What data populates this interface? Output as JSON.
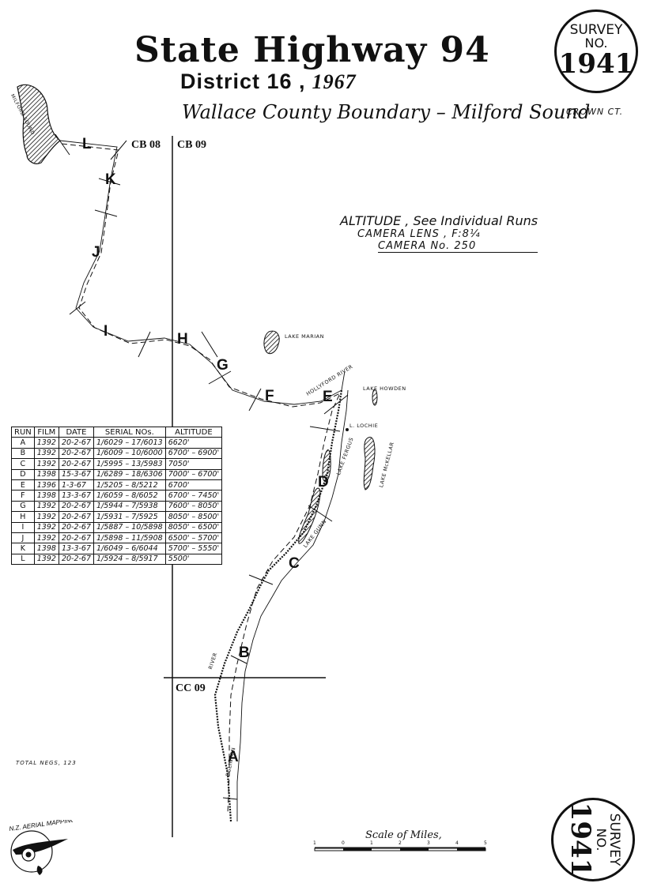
{
  "header": {
    "title": "State Highway 94",
    "district": "District 16 ,",
    "year": "1967",
    "route": "Wallace County Boundary – Milford Sound",
    "crown": "CROWN CT."
  },
  "survey_badge": {
    "line1": "SURVEY",
    "line2": "NO.",
    "number": "1941"
  },
  "altitude_note": {
    "line1": "ALTITUDE , See Individual Runs",
    "line2": "CAMERA LENS , F:8¼",
    "line3": "CAMERA No. 250"
  },
  "grid_labels": {
    "cb08": "CB 08",
    "cb09": "CB 09",
    "cc09": "CC 09"
  },
  "places": {
    "milford_sound": "MILFORD SOUND",
    "lake_marian": "LAKE MARIAN",
    "hollyford_river": "HOLLYFORD RIVER",
    "lake_howden": "LAKE HOWDEN",
    "l_lochie": "L. LOCHIE",
    "lake_fergus": "LAKE FERGUS",
    "lake_mckellar": "LAKE McKELLAR",
    "lake_gunn": "LAKE GUNN",
    "river": "RIVER",
    "eglinton": "EGLINTON"
  },
  "run_letters": [
    "L",
    "K",
    "J",
    "I",
    "H",
    "G",
    "F",
    "E",
    "D",
    "C",
    "B",
    "A"
  ],
  "runs_table": {
    "headers": [
      "RUN",
      "FILM",
      "DATE",
      "SERIAL NOs.",
      "ALTITUDE"
    ],
    "rows": [
      [
        "A",
        "1392",
        "20-2-67",
        "1/6029 – 17/6013",
        "6620'"
      ],
      [
        "B",
        "1392",
        "20-2-67",
        "1/6009 – 10/6000",
        "6700' – 6900'"
      ],
      [
        "C",
        "1392",
        "20-2-67",
        "1/5995 – 13/5983",
        "7050'"
      ],
      [
        "D",
        "1398",
        "15-3-67",
        "1/6289 – 18/6306",
        "7000' – 6700'"
      ],
      [
        "E",
        "1396",
        "1-3-67",
        "1/5205 – 8/5212",
        "6700'"
      ],
      [
        "F",
        "1398",
        "13-3-67",
        "1/6059 – 8/6052",
        "6700' – 7450'"
      ],
      [
        "G",
        "1392",
        "20-2-67",
        "1/5944 – 7/5938",
        "7600' – 8050'"
      ],
      [
        "H",
        "1392",
        "20-2-67",
        "1/5931 – 7/5925",
        "8050' – 8500'"
      ],
      [
        "I",
        "1392",
        "20-2-67",
        "1/5887 – 10/5898",
        "8050' – 6500'"
      ],
      [
        "J",
        "1392",
        "20-2-67",
        "1/5898 – 11/5908",
        "6500' – 5700'"
      ],
      [
        "K",
        "1398",
        "13-3-67",
        "1/6049 – 6/6044",
        "5700' – 5550'"
      ],
      [
        "L",
        "1392",
        "20-2-67",
        "1/5924 – 8/5917",
        "5500'"
      ]
    ]
  },
  "total_negs": "TOTAL NEGS, 123",
  "scale": {
    "title": "Scale of Miles,",
    "ticks": [
      "1",
      "0",
      "1",
      "2",
      "3",
      "4",
      "5"
    ]
  },
  "logo": {
    "text": "N.Z. AERIAL MAPPING LTD."
  },
  "colors": {
    "ink": "#111111",
    "paper": "#ffffff"
  }
}
